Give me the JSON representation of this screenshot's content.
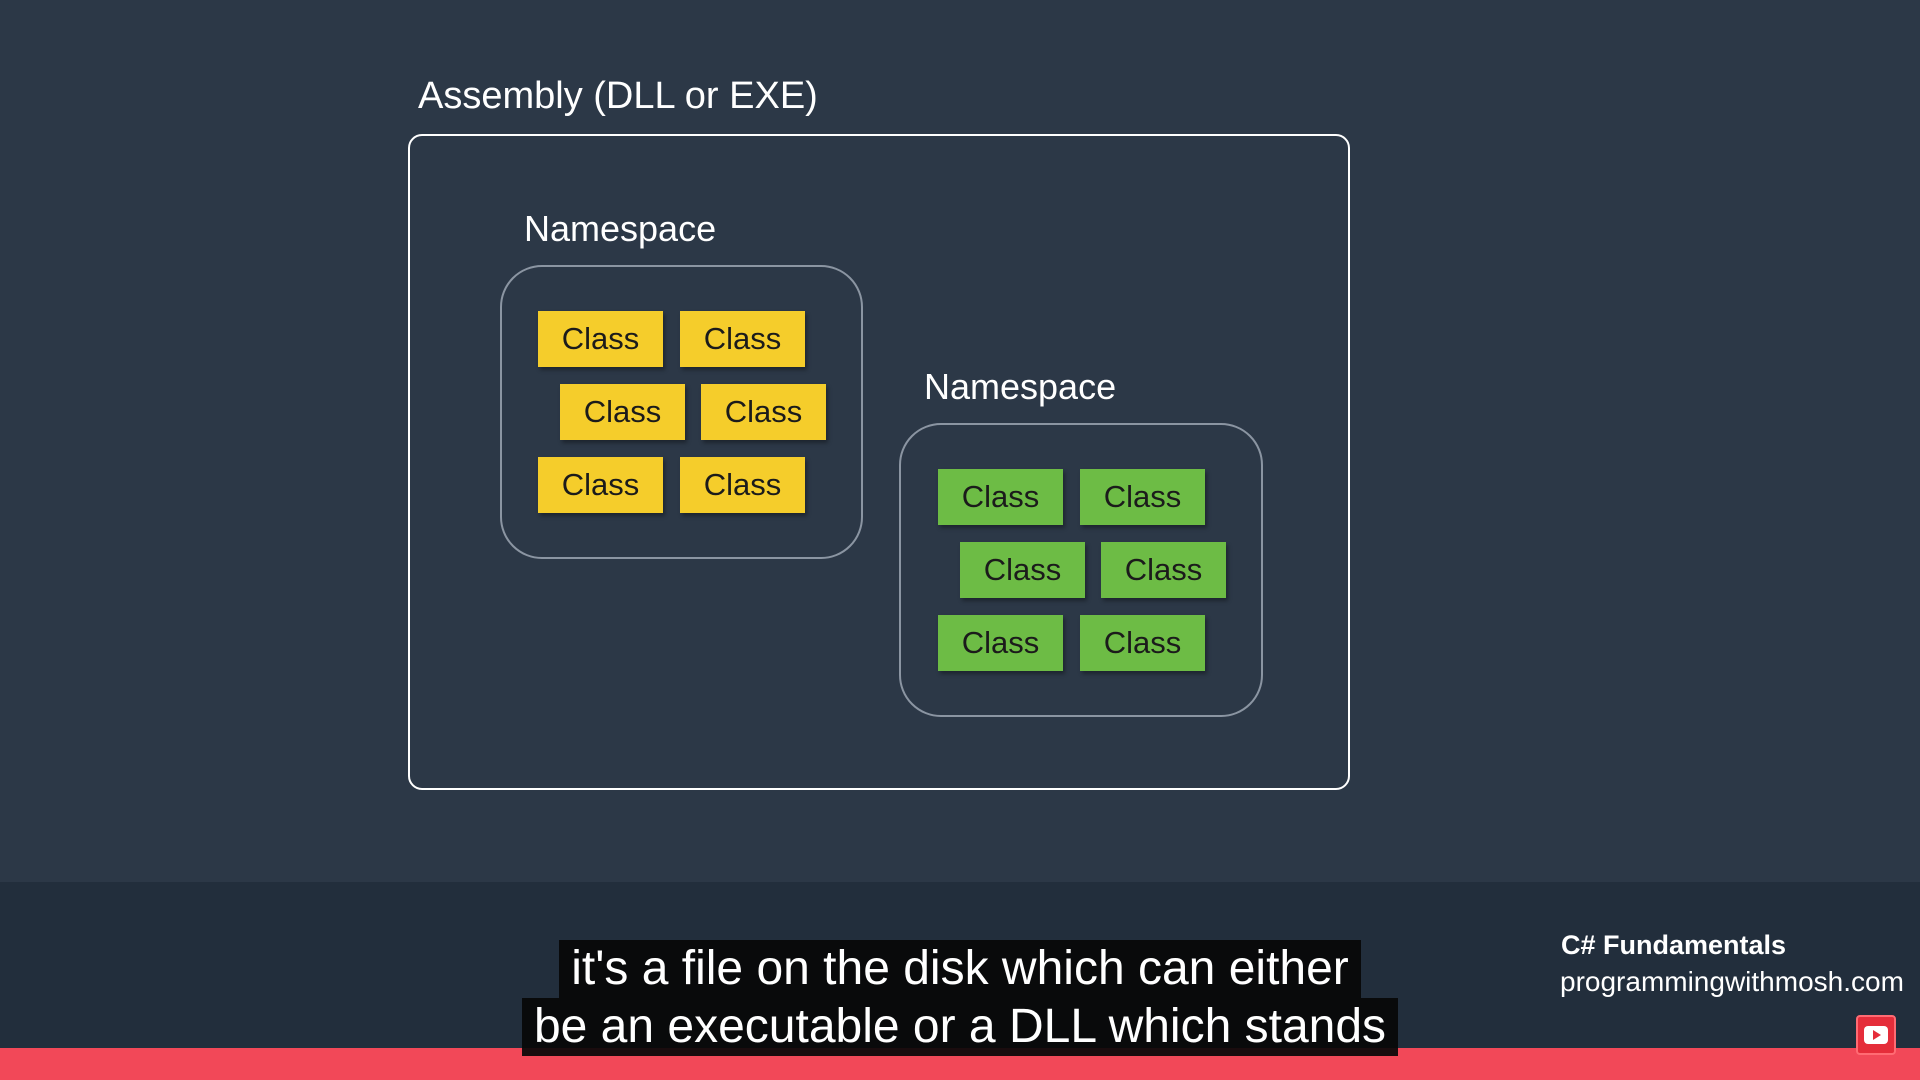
{
  "diagram": {
    "assembly_label": "Assembly (DLL or EXE)",
    "namespace_1": {
      "label": "Namespace",
      "color": "#f5cd2b",
      "classes": [
        "Class",
        "Class",
        "Class",
        "Class",
        "Class",
        "Class"
      ]
    },
    "namespace_2": {
      "label": "Namespace",
      "color": "#6dbc45",
      "classes": [
        "Class",
        "Class",
        "Class",
        "Class",
        "Class",
        "Class"
      ]
    }
  },
  "caption": {
    "line1": "it's a file on the disk which can either",
    "line2": "be an executable or a DLL which stands"
  },
  "branding": {
    "course_title": "C# Fundamentals",
    "website": "programmingwithmosh.com",
    "subscribe_icon": "play-icon"
  },
  "colors": {
    "background": "#2c3847",
    "progress": "#f24858"
  }
}
